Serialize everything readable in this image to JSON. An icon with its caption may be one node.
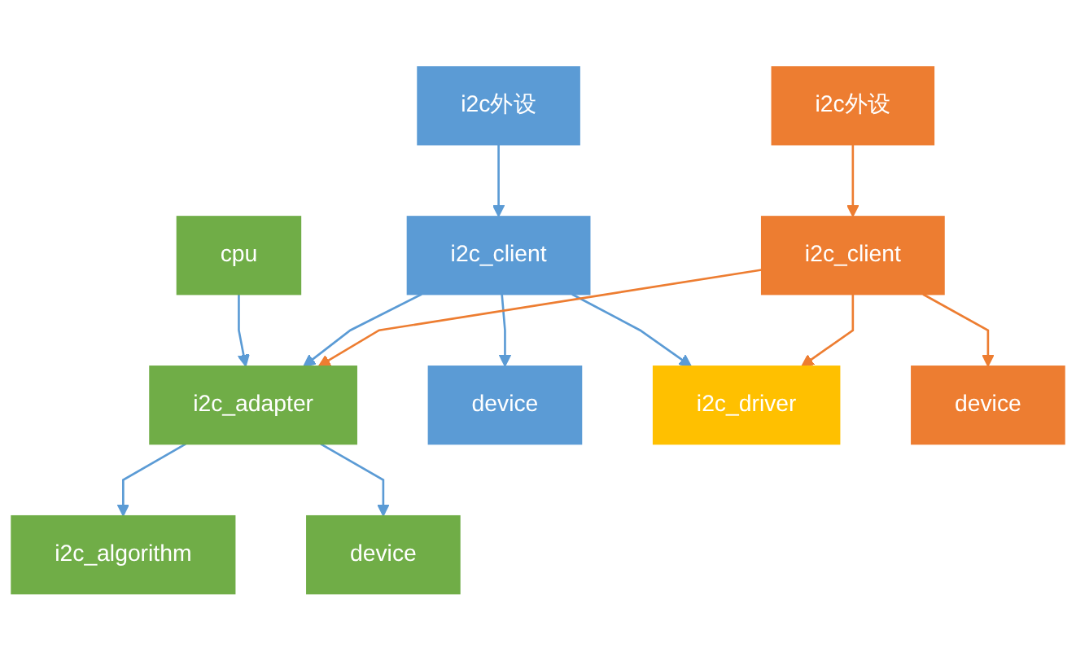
{
  "diagram": {
    "nodes": [
      {
        "text": [
          "cpu"
        ]
      },
      {
        "text": [
          "i2c外设"
        ]
      },
      {
        "text": [
          "i2c外设"
        ]
      },
      {
        "text": [
          "i2c_client"
        ]
      },
      {
        "text": [
          "i2c_client"
        ]
      },
      {
        "text": [
          "i2c_adapter"
        ]
      },
      {
        "text": [
          "device"
        ]
      },
      {
        "text": [
          "i2c_driver"
        ]
      },
      {
        "text": [
          "device"
        ]
      },
      {
        "text": [
          "i2c_algorithm"
        ]
      },
      {
        "text": [
          "device"
        ]
      }
    ],
    "edges": [
      {
        "from": 0,
        "to": 5,
        "arrow": "to"
      },
      {
        "from": 1,
        "to": 3,
        "arrow": "to"
      },
      {
        "from": 2,
        "to": 4,
        "arrow": "to",
        "color": "#ed7d31"
      },
      {
        "from": 3,
        "to": 5,
        "arrow": "to"
      },
      {
        "from": 3,
        "to": 6,
        "arrow": "to"
      },
      {
        "from": 3,
        "to": 7,
        "arrow": "to"
      },
      {
        "from": 4,
        "to": 5,
        "arrow": "to",
        "color": "#ed7d31"
      },
      {
        "from": 4,
        "to": 7,
        "arrow": "to",
        "color": "#ed7d31"
      },
      {
        "from": 4,
        "to": 8,
        "arrow": "to",
        "color": "#ed7d31"
      },
      {
        "from": 5,
        "to": 9,
        "arrow": "to"
      },
      {
        "from": 5,
        "to": 10,
        "arrow": "to"
      }
    ]
  }
}
